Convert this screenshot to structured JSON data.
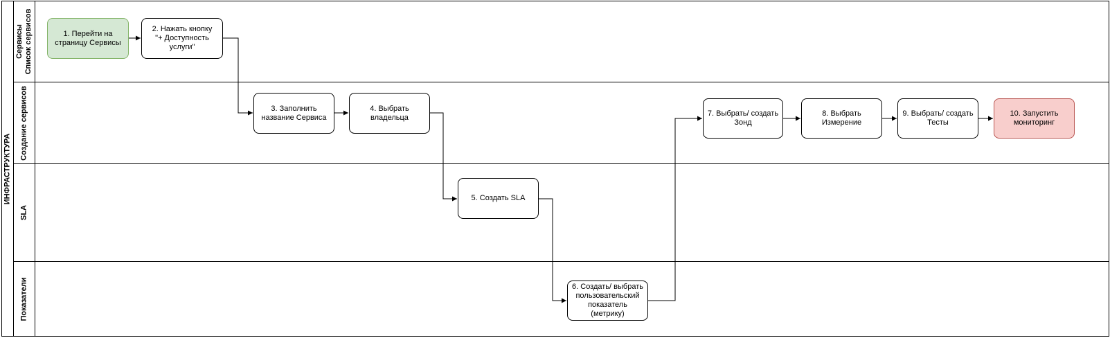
{
  "pool": {
    "label": "ИНФРАСТРУКТУРА"
  },
  "lanes": [
    {
      "label_line1": "Сервисы",
      "label_line2": "Список сервисов"
    },
    {
      "label_line1": "Создание сервисов",
      "label_line2": ""
    },
    {
      "label_line1": "SLA",
      "label_line2": ""
    },
    {
      "label_line1": "Показатели",
      "label_line2": ""
    }
  ],
  "steps": [
    {
      "text": "1. Перейти на\nстраницу Сервисы",
      "style": "start"
    },
    {
      "text": "2. Нажать кнопку\n\"+ Доступность\nуслуги\"",
      "style": "normal"
    },
    {
      "text": "3. Заполнить\nназвание Сервиса",
      "style": "normal"
    },
    {
      "text": "4. Выбрать\nвладельца",
      "style": "normal"
    },
    {
      "text": "5. Создать SLA",
      "style": "normal"
    },
    {
      "text": "6. Создать/ выбрать\nпользовательский\nпоказатель\n(метрику)",
      "style": "normal"
    },
    {
      "text": "7. Выбрать/ создать\nЗонд",
      "style": "normal"
    },
    {
      "text": "8. Выбрать\nИзмерение",
      "style": "normal"
    },
    {
      "text": "9. Выбрать/ создать\nТесты",
      "style": "normal"
    },
    {
      "text": "10. Запустить\nмониторинг",
      "style": "end"
    }
  ],
  "colors": {
    "start_fill": "#d5e8d4",
    "start_border": "#82b366",
    "end_fill": "#f8cecc",
    "end_border": "#b85450",
    "line": "#000000"
  }
}
